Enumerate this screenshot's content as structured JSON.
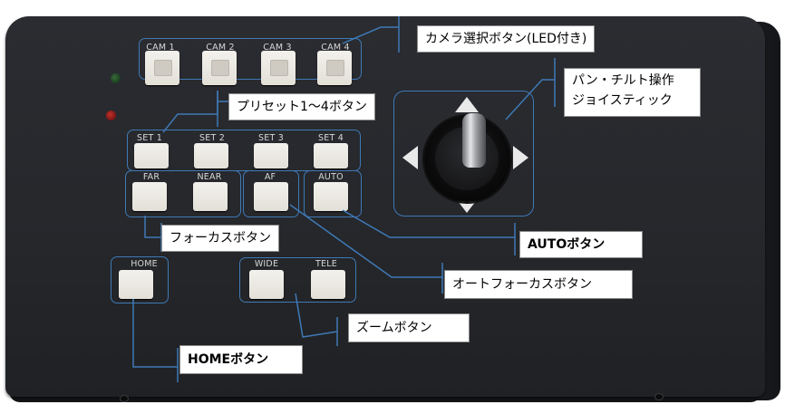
{
  "buttons": {
    "camera": [
      "CAM 1",
      "CAM 2",
      "CAM 3",
      "CAM 4"
    ],
    "preset": [
      "SET 1",
      "SET 2",
      "SET 3",
      "SET 4"
    ],
    "focus": [
      "FAR",
      "NEAR"
    ],
    "af": "AF",
    "auto": "AUTO",
    "home": "HOME",
    "zoom": [
      "WIDE",
      "TELE"
    ]
  },
  "callouts": {
    "camera_select": "カメラ選択ボタン(LED付き)",
    "pan_tilt_line1": "パン・チルト操作",
    "pan_tilt_line2": "ジョイスティック",
    "preset": "プリセット1～4ボタン",
    "focus": "フォーカスボタン",
    "auto": "AUTOボタン",
    "autofocus": "オートフォーカスボタン",
    "zoom": "ズームボタン",
    "home": "HOMEボタン"
  },
  "colors": {
    "callout_line": "#3f79b5",
    "panel": "#26282c",
    "key": "#efede7"
  },
  "icons": [
    "joystick-up-arrow-icon",
    "joystick-down-arrow-icon",
    "joystick-left-arrow-icon",
    "joystick-right-arrow-icon"
  ]
}
